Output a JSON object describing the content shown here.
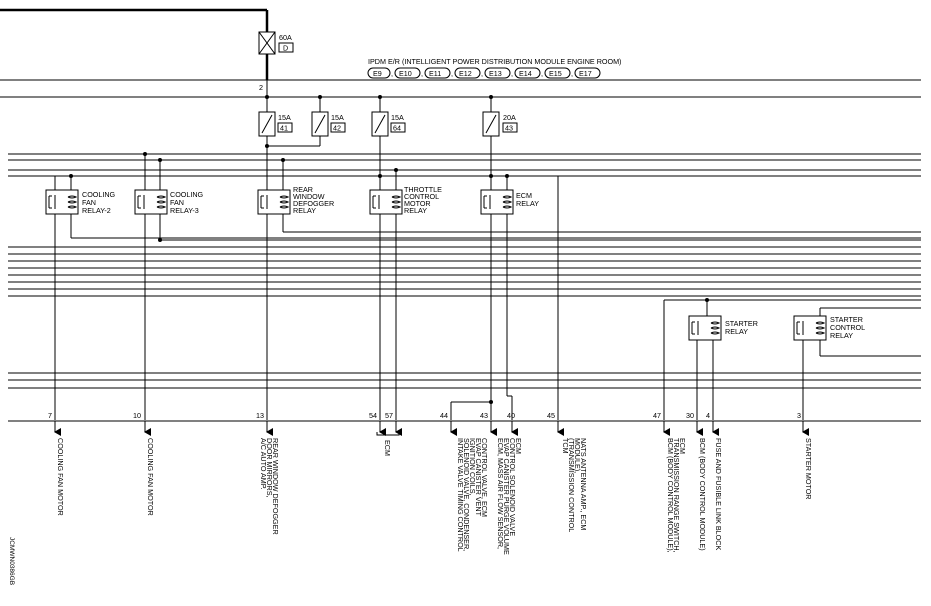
{
  "fusible_link": {
    "amp": "60A",
    "id": "D"
  },
  "ipdm": {
    "title": "IPDM E/R (INTELLIGENT POWER DISTRIBUTION MODULE ENGINE ROOM)",
    "connectors": [
      "E9",
      "E10",
      "E11",
      "E12",
      "E13",
      "E14",
      "E15",
      "E17"
    ]
  },
  "pin_top": "2",
  "fuses": [
    {
      "amp": "15A",
      "id": "41"
    },
    {
      "amp": "15A",
      "id": "42"
    },
    {
      "amp": "15A",
      "id": "64"
    },
    {
      "amp": "20A",
      "id": "43"
    }
  ],
  "relays": [
    {
      "line1": "COOLING",
      "line2": "FAN",
      "line3": "RELAY-2"
    },
    {
      "line1": "COOLING",
      "line2": "FAN",
      "line3": "RELAY-3"
    },
    {
      "line1": "REAR",
      "line2": "WINDOW",
      "line3": "DEFOGGER",
      "line4": "RELAY"
    },
    {
      "line1": "THROTTLE",
      "line2": "CONTROL",
      "line3": "MOTOR",
      "line4": "RELAY"
    },
    {
      "line1": "ECM",
      "line2": "RELAY"
    },
    {
      "line1": "STARTER",
      "line2": "RELAY"
    },
    {
      "line1": "STARTER",
      "line2": "CONTROL",
      "line3": "RELAY"
    }
  ],
  "pins": [
    "7",
    "10",
    "13",
    "54",
    "57",
    "44",
    "43",
    "40",
    "45",
    "47",
    "30",
    "4",
    "3"
  ],
  "outputs": {
    "p7": [
      "COOLING FAN MOTOR"
    ],
    "p10": [
      "COOLING FAN MOTOR"
    ],
    "p13": [
      "A/C AUTO AMP.",
      "DOOR MIRRORS,",
      "REAR WINDOW DEFOGGER"
    ],
    "ecm_group": [
      "ECM"
    ],
    "p44": [
      "INTAKE VALVE TIMING CONTROL",
      "SOLENOID VALVE, CONDENSER,",
      "IGNITION COILS,",
      "EVAP CANISTER VENT",
      "CONTROL VALVE, ECM"
    ],
    "p43": [
      "ECM, MASS AIR FLOW SENSOR,",
      "EVAP CANISTER PURGE VOLUME",
      "CONTROL SOLENOID VALVE"
    ],
    "p40": [
      "ECM"
    ],
    "p45": [
      "TCM",
      "(TRANSMISSION CONTROL",
      "MODULE),",
      "NATS ANTENNA AMP., ECM"
    ],
    "p47": [
      "BCM (BODY CONTROL MODULE),",
      "TRANSMISSION RANGE SWITCH,",
      "ECM"
    ],
    "p30": [
      "BCM (BODY CONTROL MODULE)"
    ],
    "p4": [
      "FUSE AND FUSIBLE LINK BLOCK"
    ],
    "p3": [
      "STARTER MOTOR"
    ]
  },
  "figure_code": "JCMWN0386GB"
}
